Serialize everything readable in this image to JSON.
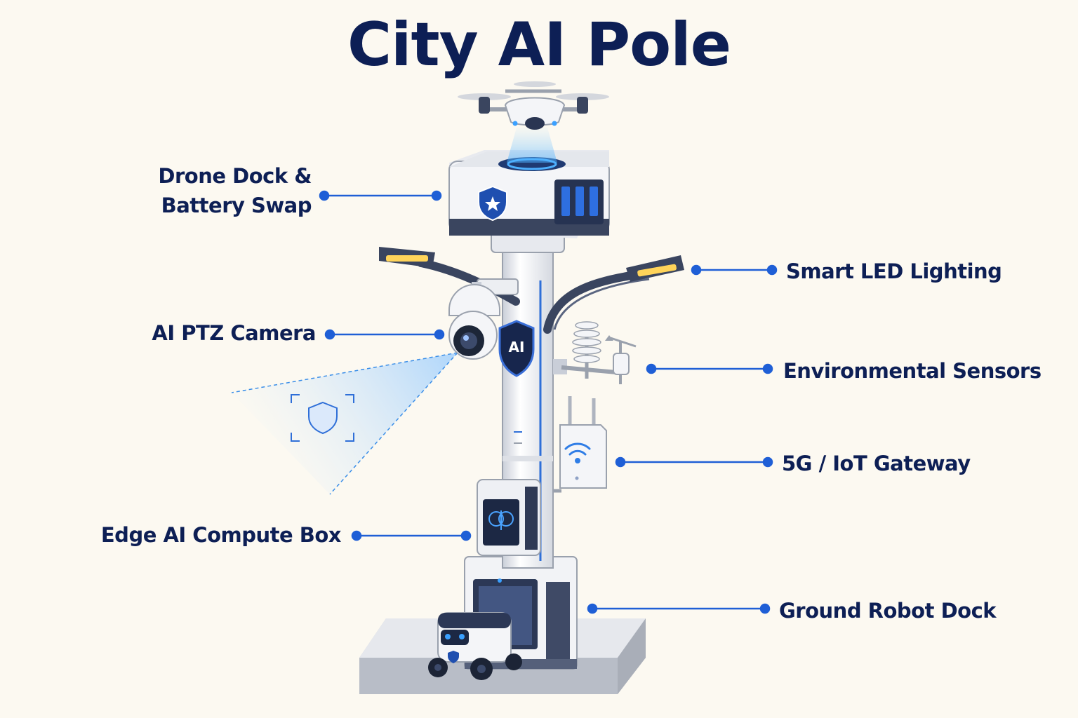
{
  "title": "City AI Pole",
  "labels": {
    "drone_dock_line1": "Drone Dock &",
    "drone_dock_line2": "Battery Swap",
    "led_lighting": "Smart LED Lighting",
    "ptz_camera": "AI PTZ Camera",
    "env_sensors": "Environmental Sensors",
    "gateway": "5G / IoT Gateway",
    "edge_box": "Edge AI Compute Box",
    "robot_dock": "Ground Robot Dock"
  },
  "badge_text": "AI",
  "colors": {
    "navy": "#0d1f55",
    "accent_blue": "#1f5fd6",
    "glow_blue": "#3aa0ff",
    "background": "#fcf9f1"
  },
  "icons": [
    "drone-icon",
    "shield-star-icon",
    "shield-ai-icon",
    "wifi-icon",
    "brain-chip-icon",
    "shield-target-icon",
    "robot-icon"
  ]
}
